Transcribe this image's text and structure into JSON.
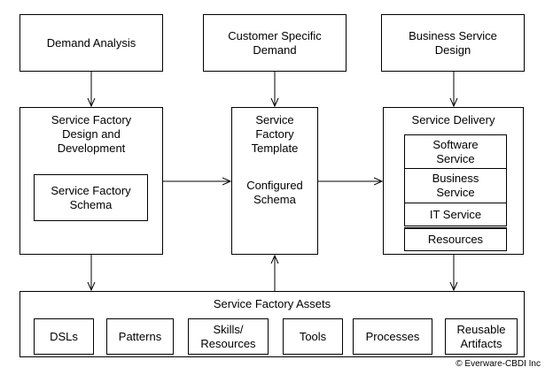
{
  "top_boxes": {
    "demand_analysis": "Demand Analysis",
    "customer_specific_demand": [
      "Customer Specific",
      "Demand"
    ],
    "business_service_design": [
      "Business Service",
      "Design"
    ]
  },
  "design_box": {
    "title": [
      "Service Factory",
      "Design and",
      "Development"
    ],
    "schema": [
      "Service Factory",
      "Schema"
    ]
  },
  "template_box": {
    "title": [
      "Service",
      "Factory",
      "Template"
    ],
    "configured": [
      "Configured",
      "Schema"
    ]
  },
  "delivery_box": {
    "title": "Service Delivery",
    "layers": [
      [
        "Software",
        "Service"
      ],
      [
        "Business",
        "Service"
      ],
      [
        "IT Service"
      ],
      [
        "Resources"
      ]
    ]
  },
  "assets": {
    "title": "Service Factory Assets",
    "items": [
      [
        "DSLs"
      ],
      [
        "Patterns"
      ],
      [
        "Skills/",
        "Resources"
      ],
      [
        "Tools"
      ],
      [
        "Processes"
      ],
      [
        "Reusable",
        "Artifacts"
      ]
    ]
  },
  "copyright": "© Everware-CBDI Inc"
}
